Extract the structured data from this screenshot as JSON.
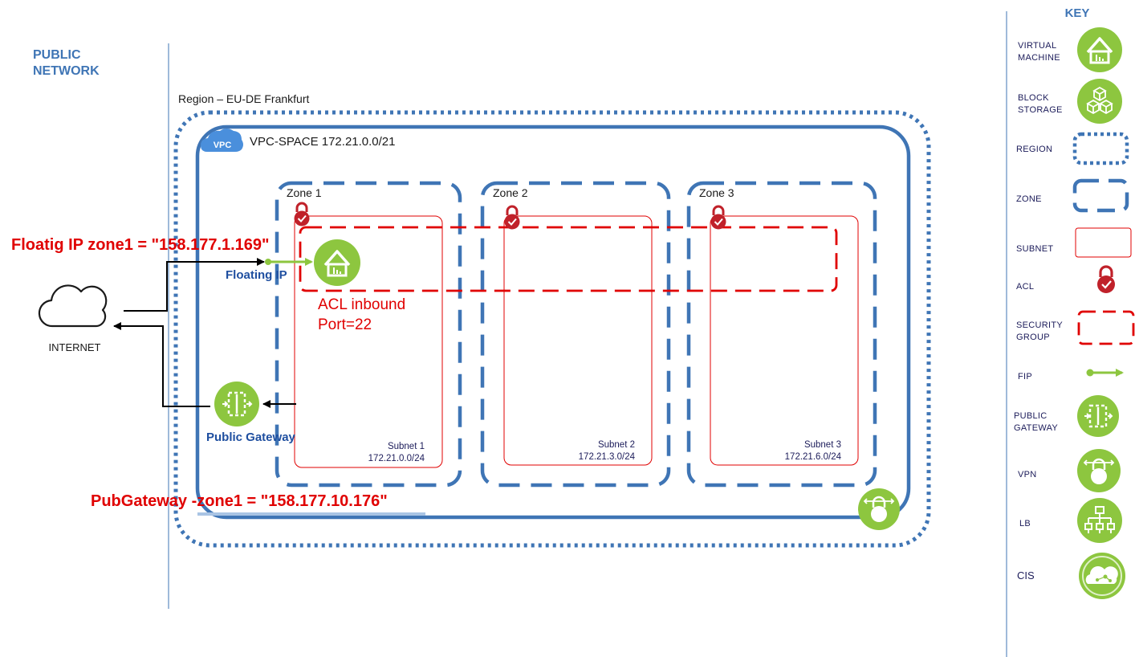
{
  "public_network": {
    "line1": "PUBLIC",
    "line2": "NETWORK"
  },
  "region": {
    "label": "Region – EU-DE  Frankfurt"
  },
  "vpc": {
    "badge": "VPC",
    "label": "VPC-SPACE    172.21.0.0/21"
  },
  "zones": [
    {
      "label": "Zone 1",
      "subnet_name": "Subnet 1",
      "subnet_cidr": "172.21.0.0/24"
    },
    {
      "label": "Zone 2",
      "subnet_name": "Subnet 2",
      "subnet_cidr": "172.21.3.0/24"
    },
    {
      "label": "Zone 3",
      "subnet_name": "Subnet 3",
      "subnet_cidr": "172.21.6.0/24"
    }
  ],
  "internet": {
    "label": "INTERNET"
  },
  "floating_ip": {
    "label": "Floating IP",
    "annotation": "Floatig IP zone1 = \"158.177.1.169\""
  },
  "acl_note": {
    "line1": "ACL inbound",
    "line2": "Port=22"
  },
  "public_gateway": {
    "label": "Public Gateway",
    "annotation": "PubGateway -zone1 = \"158.177.10.176\""
  },
  "key": {
    "title": "KEY",
    "items": [
      {
        "line1": "VIRTUAL",
        "line2": "MACHINE",
        "icon": "virtual-machine-icon"
      },
      {
        "line1": "BLOCK",
        "line2": "STORAGE",
        "icon": "block-storage-icon"
      },
      {
        "line1": "REGION",
        "line2": "",
        "icon": "region-swatch"
      },
      {
        "line1": "ZONE",
        "line2": "",
        "icon": "zone-swatch"
      },
      {
        "line1": "SUBNET",
        "line2": "",
        "icon": "subnet-swatch"
      },
      {
        "line1": "ACL",
        "line2": "",
        "icon": "acl-lock-icon"
      },
      {
        "line1": "SECURITY",
        "line2": "GROUP",
        "icon": "security-group-swatch"
      },
      {
        "line1": "FIP",
        "line2": "",
        "icon": "fip-arrow-icon"
      },
      {
        "line1": "PUBLIC",
        "line2": "GATEWAY",
        "icon": "public-gateway-icon"
      },
      {
        "line1": "VPN",
        "line2": "",
        "icon": "vpn-icon"
      },
      {
        "line1": "LB",
        "line2": "",
        "icon": "load-balancer-icon"
      },
      {
        "line1": "CIS",
        "line2": "",
        "icon": "cis-icon"
      }
    ]
  },
  "colors": {
    "blue": "#3f75b5",
    "green": "#8dc63f",
    "red": "#e00000",
    "lock_red": "#c0212a",
    "navy": "#1c1c5a"
  }
}
